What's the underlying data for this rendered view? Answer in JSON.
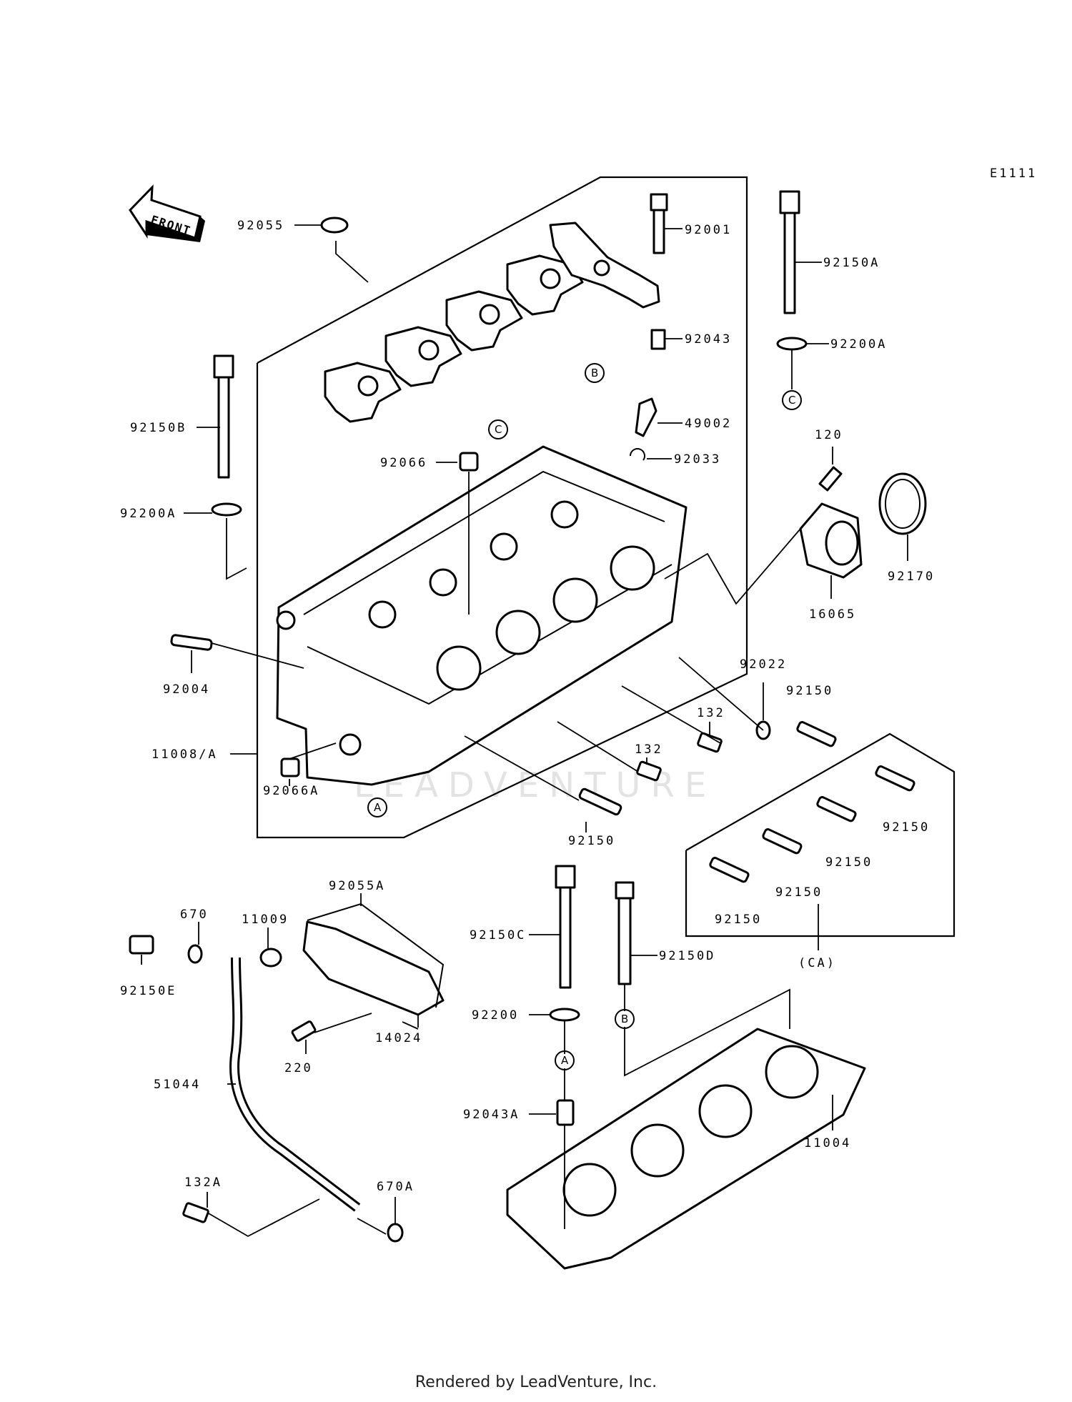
{
  "diagram_code": "E1111",
  "front_label": "FRONT",
  "watermark": "LEADVENTURE",
  "footer": "Rendered by LeadVenture, Inc.",
  "parts": [
    {
      "id": "p92055",
      "label": "92055"
    },
    {
      "id": "p92001",
      "label": "92001"
    },
    {
      "id": "p92150A",
      "label": "92150A"
    },
    {
      "id": "p92043",
      "label": "92043"
    },
    {
      "id": "p92200A_r",
      "label": "92200A"
    },
    {
      "id": "p92150B",
      "label": "92150B"
    },
    {
      "id": "p49002",
      "label": "49002"
    },
    {
      "id": "p92033",
      "label": "92033"
    },
    {
      "id": "p92066",
      "label": "92066"
    },
    {
      "id": "p120",
      "label": "120"
    },
    {
      "id": "p92200A_l",
      "label": "92200A"
    },
    {
      "id": "p92170",
      "label": "92170"
    },
    {
      "id": "p16065",
      "label": "16065"
    },
    {
      "id": "p92004",
      "label": "92004"
    },
    {
      "id": "p92022",
      "label": "92022"
    },
    {
      "id": "p92150_a",
      "label": "92150"
    },
    {
      "id": "p132_a",
      "label": "132"
    },
    {
      "id": "p11008A",
      "label": "11008/A"
    },
    {
      "id": "p132_b",
      "label": "132"
    },
    {
      "id": "p92066A",
      "label": "92066A"
    },
    {
      "id": "p92150_b",
      "label": "92150"
    },
    {
      "id": "p92150_c",
      "label": "92150"
    },
    {
      "id": "p92150_d",
      "label": "92150"
    },
    {
      "id": "p92150_e",
      "label": "92150"
    },
    {
      "id": "p92150_f",
      "label": "92150"
    },
    {
      "id": "pCA",
      "label": "(CA)"
    },
    {
      "id": "p670",
      "label": "670"
    },
    {
      "id": "p11009",
      "label": "11009"
    },
    {
      "id": "p92055A",
      "label": "92055A"
    },
    {
      "id": "p92150E",
      "label": "92150E"
    },
    {
      "id": "p92150C",
      "label": "92150C"
    },
    {
      "id": "p92150D",
      "label": "92150D"
    },
    {
      "id": "p14024",
      "label": "14024"
    },
    {
      "id": "p220",
      "label": "220"
    },
    {
      "id": "p92200",
      "label": "92200"
    },
    {
      "id": "p51044",
      "label": "51044"
    },
    {
      "id": "p92043A",
      "label": "92043A"
    },
    {
      "id": "p11004",
      "label": "11004"
    },
    {
      "id": "p132A",
      "label": "132A"
    },
    {
      "id": "p670A",
      "label": "670A"
    }
  ],
  "ref_markers": [
    {
      "id": "mB1",
      "label": "B"
    },
    {
      "id": "mC1",
      "label": "C"
    },
    {
      "id": "mC2",
      "label": "C"
    },
    {
      "id": "mA1",
      "label": "A"
    },
    {
      "id": "mA2",
      "label": "A"
    },
    {
      "id": "mB2",
      "label": "B"
    }
  ]
}
